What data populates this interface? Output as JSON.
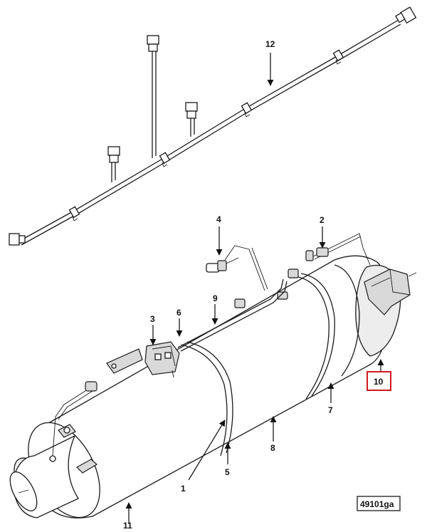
{
  "diagram": {
    "reference_code": "49101ga",
    "callouts": [
      {
        "id": "c1",
        "label": "1"
      },
      {
        "id": "c2",
        "label": "2"
      },
      {
        "id": "c3",
        "label": "3"
      },
      {
        "id": "c4",
        "label": "4"
      },
      {
        "id": "c5",
        "label": "5"
      },
      {
        "id": "c6",
        "label": "6"
      },
      {
        "id": "c7",
        "label": "7"
      },
      {
        "id": "c8",
        "label": "8"
      },
      {
        "id": "c9",
        "label": "9"
      },
      {
        "id": "c10",
        "label": "10",
        "highlighted": true
      },
      {
        "id": "c11",
        "label": "11"
      },
      {
        "id": "c12",
        "label": "12"
      }
    ],
    "colors": {
      "line": "#1a1a1a",
      "highlight": "#d0191f",
      "shade": "#ededed"
    }
  }
}
